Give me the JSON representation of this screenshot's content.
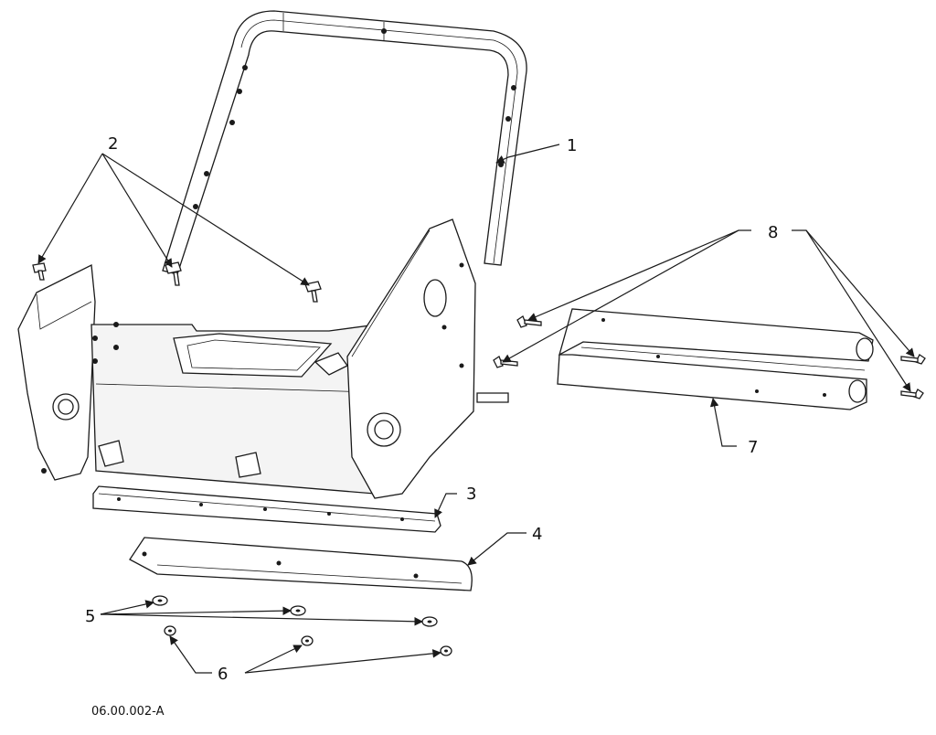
{
  "callouts": [
    {
      "label": "1"
    },
    {
      "label": "2"
    },
    {
      "label": "3"
    },
    {
      "label": "4"
    },
    {
      "label": "5"
    },
    {
      "label": "6"
    },
    {
      "label": "7"
    },
    {
      "label": "8"
    }
  ],
  "drawing_id": "06.00.002-A"
}
